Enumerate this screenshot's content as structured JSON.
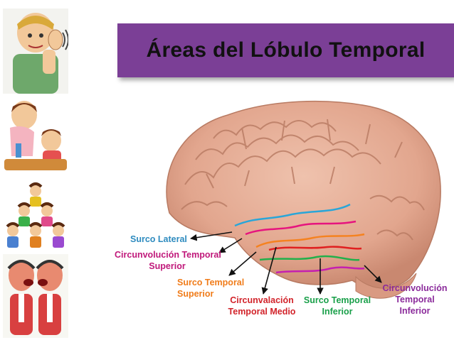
{
  "title": "Áreas del Lóbulo Temporal",
  "labels": {
    "surco_lateral": {
      "text": "Surco Lateral",
      "color": "#2e8bbf"
    },
    "circ_temporal_superior": {
      "line1": "Circunvolución Temporal",
      "line2": "Superior",
      "color": "#c0187a"
    },
    "surco_temporal_superior": {
      "line1": "Surco Temporal",
      "line2": "Superior",
      "color": "#f07c1a"
    },
    "circ_temporal_medio": {
      "line1": "Circunvalación",
      "line2": "Temporal Medio",
      "color": "#d2232a"
    },
    "surco_temporal_inferior": {
      "line1": "Surco Temporal",
      "line2": "Inferior",
      "color": "#1aa04a"
    },
    "circ_temporal_inferior": {
      "line1": "Circunvolución",
      "line2": "Temporal",
      "line3": "Inferior",
      "color": "#8b2b9b"
    }
  },
  "colors": {
    "title_bar": "#7b3f96",
    "brain": "#e6b19b",
    "sulcus_cyan": "#2aa6d8",
    "sulcus_pink": "#e6147e",
    "sulcus_orange": "#f58220",
    "sulcus_red": "#e02020",
    "sulcus_green": "#22b04b",
    "sulcus_magenta": "#c51fb0"
  },
  "icons": [
    "listening-child-icon",
    "parent-child-icon",
    "children-pyramid-icon",
    "shouting-people-icon"
  ]
}
